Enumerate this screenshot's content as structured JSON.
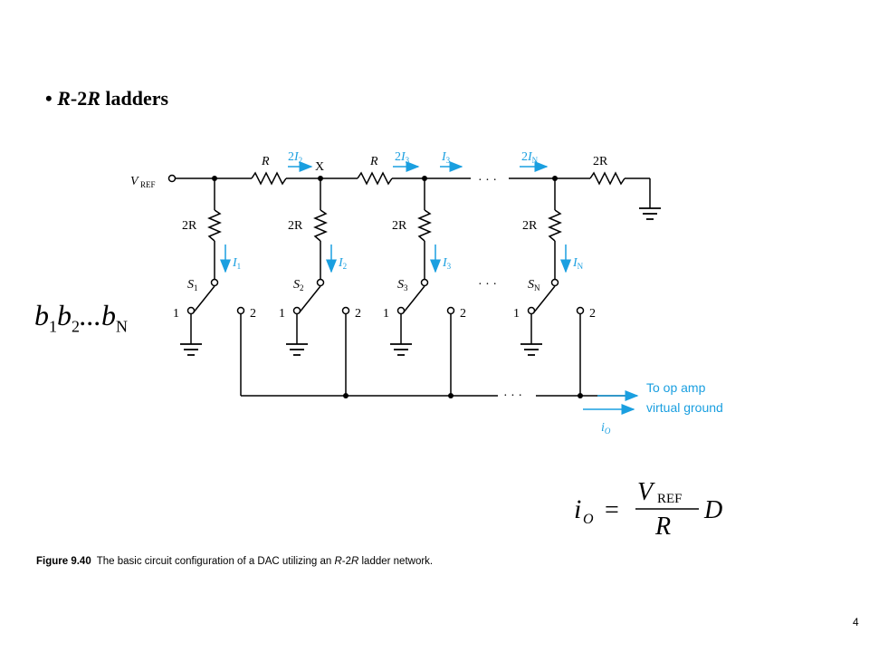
{
  "slide": {
    "bullet": "•",
    "heading_R": "R",
    "heading_rest": "-2",
    "heading_R2": "R",
    "heading_tail": " ladders",
    "page_number": "4"
  },
  "bits": {
    "b1": "b",
    "s1": "1",
    "b2": "b",
    "s2": "2",
    "dots": "...",
    "bn": "b",
    "sn": "N"
  },
  "circuit": {
    "vref_main": "V",
    "vref_sub": "REF",
    "resistor_R": "R",
    "resistor_2R": "2R",
    "node_x": "X",
    "currents_top": [
      {
        "coef": "2",
        "sym": "I",
        "sub": "2"
      },
      {
        "coef": "2",
        "sym": "I",
        "sub": "3"
      },
      {
        "coef": "",
        "sym": "I",
        "sub": "3"
      },
      {
        "coef": "2",
        "sym": "I",
        "sub": "N"
      }
    ],
    "branch_currents": [
      {
        "sym": "I",
        "sub": "1"
      },
      {
        "sym": "I",
        "sub": "2"
      },
      {
        "sym": "I",
        "sub": "3"
      },
      {
        "sym": "I",
        "sub": "N"
      }
    ],
    "switches": [
      {
        "sym": "S",
        "sub": "1"
      },
      {
        "sym": "S",
        "sub": "2"
      },
      {
        "sym": "S",
        "sub": "3"
      },
      {
        "sym": "S",
        "sub": "N"
      }
    ],
    "terminal_1": "1",
    "terminal_2": "2",
    "dots": "· · ·",
    "output_line1": "To op amp",
    "output_line2": "virtual ground",
    "output_current": {
      "sym": "i",
      "sub": "O"
    },
    "accent_color": "#1a9fe0"
  },
  "formula": {
    "i": "i",
    "i_sub": "O",
    "eq": "=",
    "v": "V",
    "v_sub": "REF",
    "den": "R",
    "d": "D"
  },
  "caption": {
    "label": "Figure 9.40",
    "text_before": "The basic circuit configuration of a DAC utilizing an ",
    "R1": "R",
    "mid": "-2",
    "R2": "R",
    "text_after": " ladder network."
  }
}
